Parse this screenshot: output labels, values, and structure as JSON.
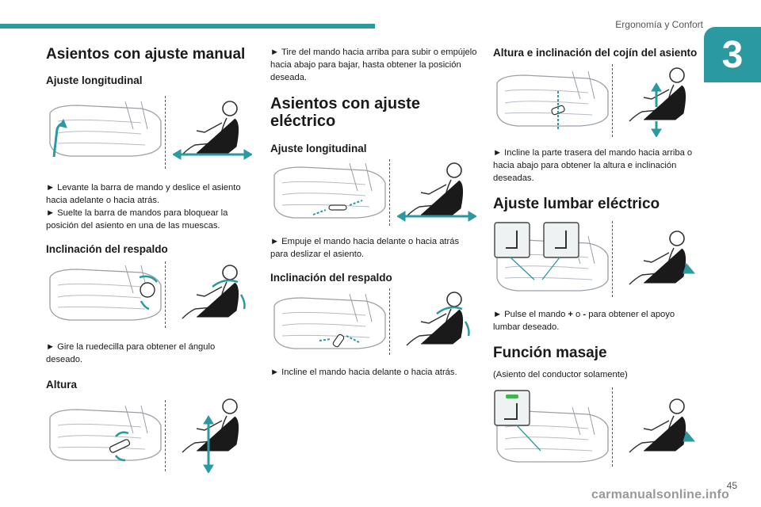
{
  "header": {
    "section": "Ergonomía y Confort",
    "chapter": "3"
  },
  "col1": {
    "title": "Asientos con ajuste manual",
    "sub1": "Ajuste longitudinal",
    "text1": "► Levante la barra de mando y deslice el asiento hacia adelante o hacia atrás.",
    "text2": "► Suelte la barra de mandos para bloquear la posición del asiento en una de las muescas.",
    "sub2": "Inclinación del respaldo",
    "text3": "► Gire la ruedecilla para obtener el ángulo deseado.",
    "sub3": "Altura"
  },
  "col2": {
    "text0": "► Tire del mando hacia arriba para subir o empújelo hacia abajo para bajar, hasta obtener la posición deseada.",
    "title": "Asientos con ajuste eléctrico",
    "sub1": "Ajuste longitudinal",
    "text1": "► Empuje el mando hacia delante o hacia atrás para deslizar el asiento.",
    "sub2": "Inclinación del respaldo",
    "text2": "► Incline el mando hacia delante o hacia atrás."
  },
  "col3": {
    "sub1": "Altura e inclinación del cojín del asiento",
    "text1": "► Incline la parte trasera del mando hacia arriba o hacia abajo para obtener la altura e inclinación deseadas.",
    "title2": "Ajuste lumbar eléctrico",
    "text2_pre": "► Pulse el mando ",
    "text2_plus": "+",
    "text2_mid": " o ",
    "text2_minus": "-",
    "text2_post": " para obtener el apoyo lumbar deseado.",
    "title3": "Función masaje",
    "text3": "(Asiento del conductor solamente)"
  },
  "footer": {
    "page": "45",
    "watermark": "carmanualsonline.info"
  },
  "colors": {
    "accent": "#2a9aa0"
  }
}
